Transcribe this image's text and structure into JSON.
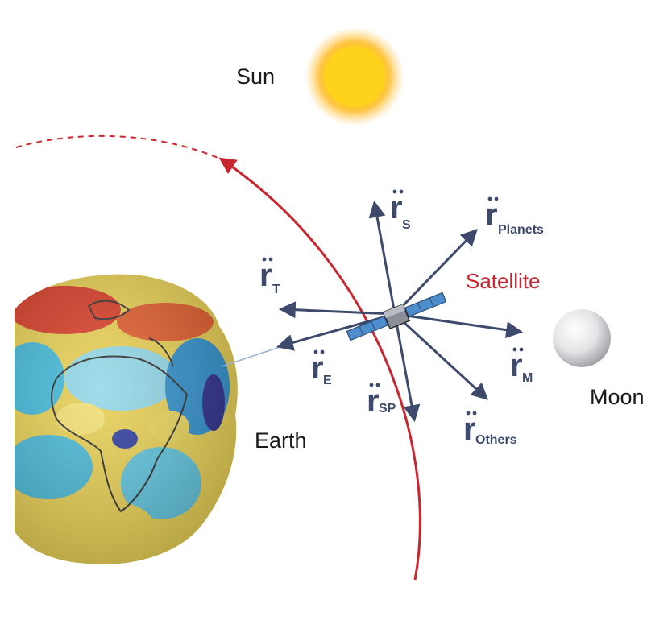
{
  "labels": {
    "sun": "Sun",
    "earth": "Earth",
    "moon": "Moon",
    "satellite": "Satellite"
  },
  "vectors": {
    "symbol": "r",
    "s": "S",
    "planets": "Planets",
    "t": "T",
    "e": "E",
    "m": "M",
    "sp": "SP",
    "others": "Others"
  },
  "colors": {
    "orbit": "#c8272f",
    "vector": "#3d4a6b",
    "sun_core": "#ffd21a",
    "sun_glow": "#ffb000"
  }
}
